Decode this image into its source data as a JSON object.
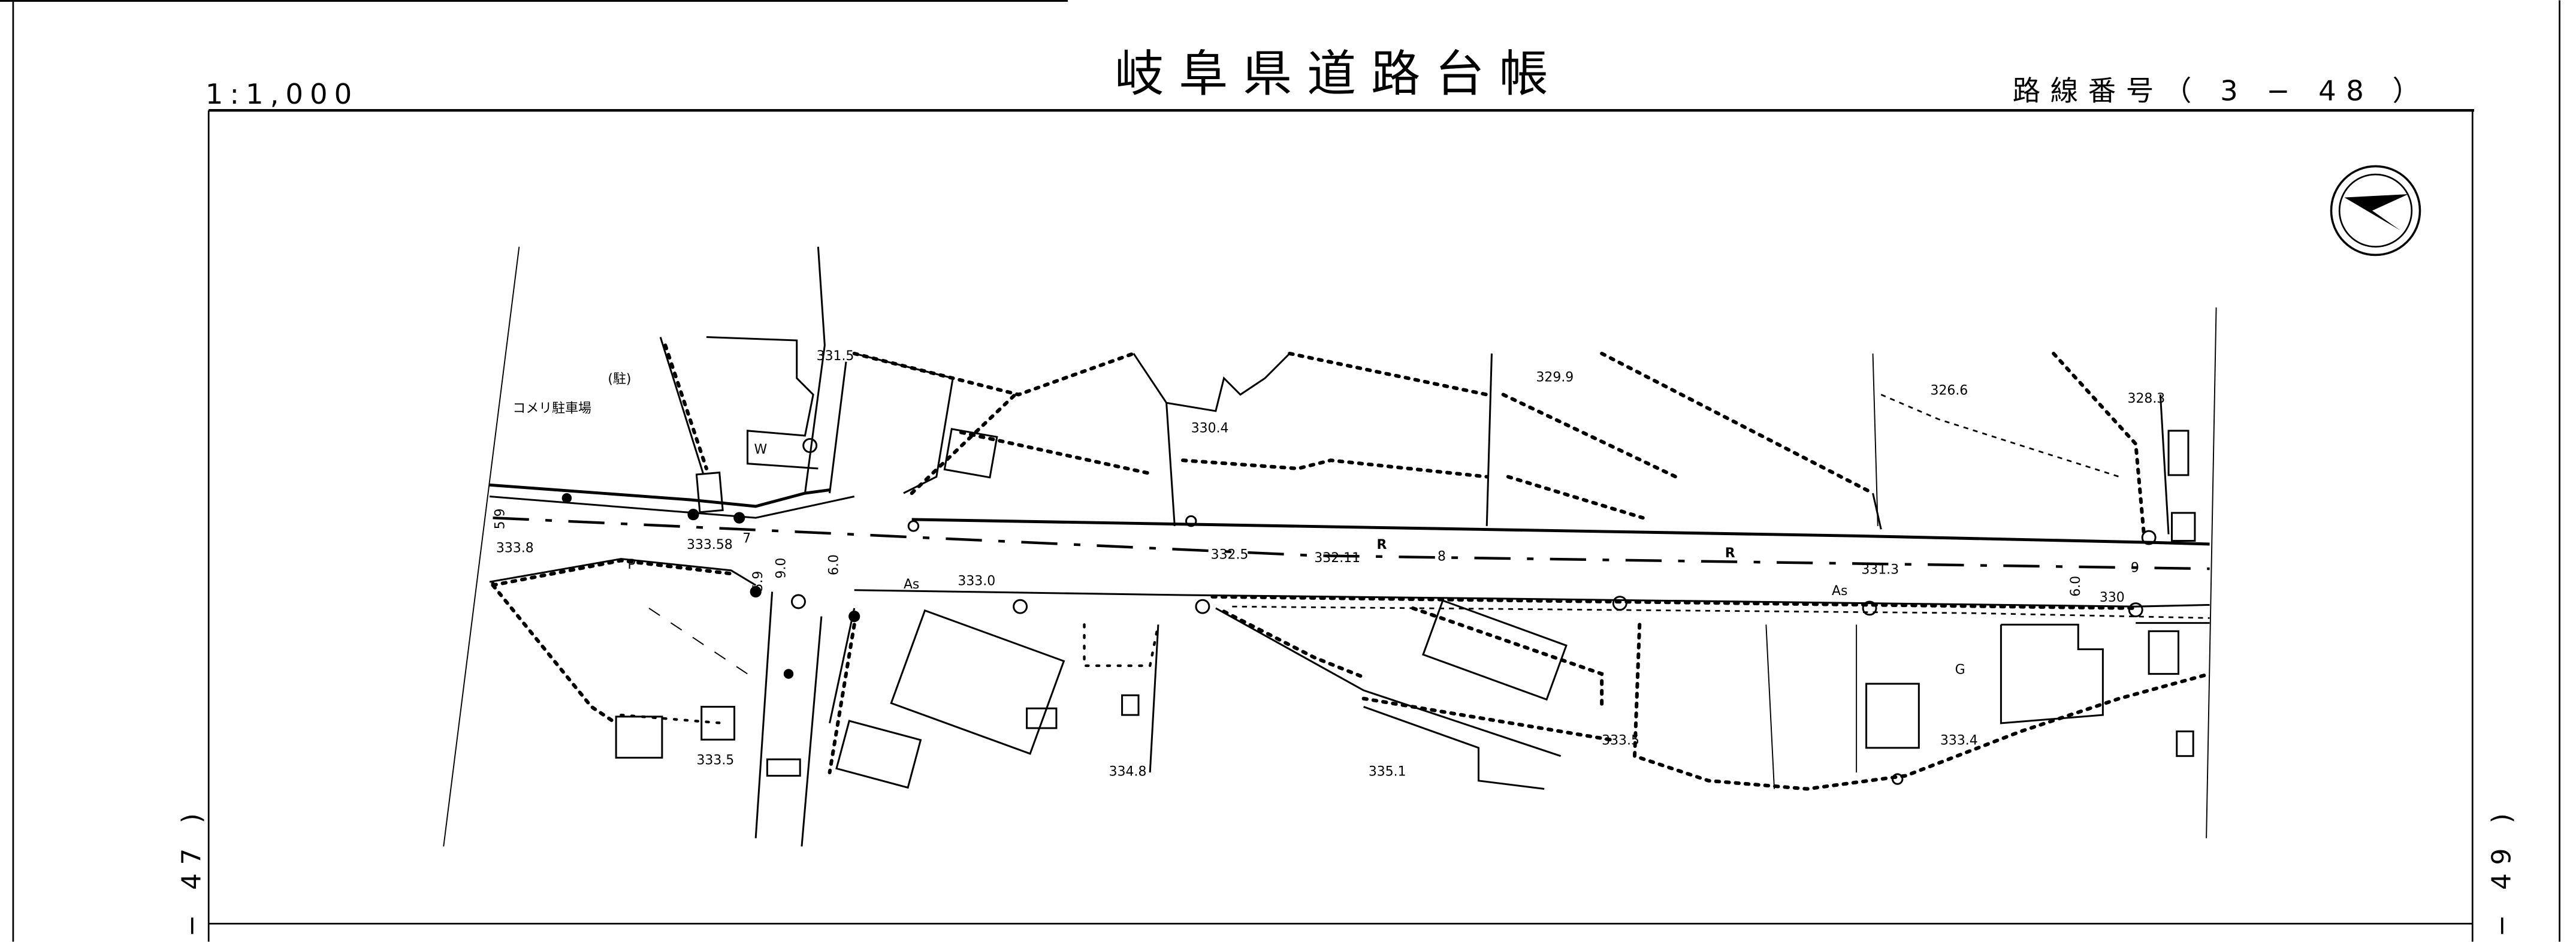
{
  "header": {
    "scale": "1:1,000",
    "title": "岐阜県道路台帳",
    "route_label": "路線番号（ 3 − 48 ）"
  },
  "side": {
    "left_page": "− 47 )",
    "right_page": "− 49 )"
  },
  "map": {
    "north_arrow": "north-arrow-icon",
    "labels": {
      "parking_abbrev": "(駐)",
      "parking_name": "コメリ駐車場",
      "e331_5": "331.5",
      "e330_4": "330.4",
      "e329_9": "329.9",
      "e326_6": "326.6",
      "e328_3": "328.3",
      "e333_8": "333.8",
      "e333_58": "333.58",
      "e333_0": "333.0",
      "e332_5": "332.5",
      "e332_11": "332.11",
      "e331_3": "331.3",
      "e330": "330",
      "e333_5a": "333.5",
      "e334_8": "334.8",
      "e335_1": "335.1",
      "e333_5b": "333.5",
      "e333_4": "333.4",
      "w59a": "5.9",
      "w7": "7",
      "w59b": "5.9",
      "w90": "9.0",
      "w60a": "6.0",
      "w60b": "6.0",
      "w8": "8",
      "w9": "9",
      "R1": "R",
      "R2": "R",
      "P": "P",
      "As": "As",
      "G": "G",
      "W": "W"
    }
  }
}
